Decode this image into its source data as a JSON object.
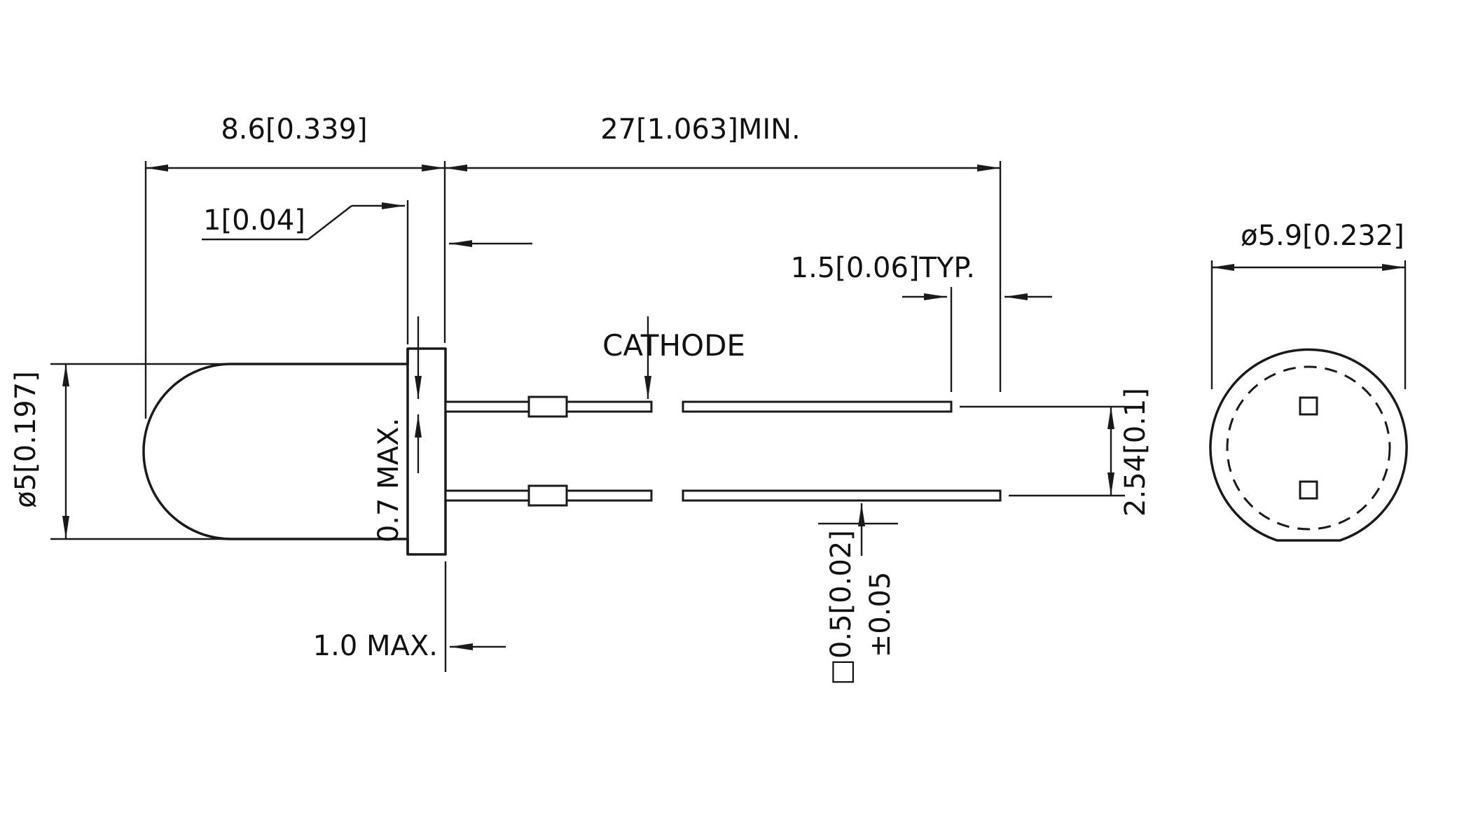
{
  "colors": {
    "background": "#ffffff",
    "ink": "#1a1a1a"
  },
  "side_view": {
    "labels": {
      "body_length": "8.6[0.339]",
      "lead_length_min": "27[1.063]MIN.",
      "flange_thickness": "1[0.04]",
      "lead_tip_offset": "1.5[0.06]TYP.",
      "cathode": "CATHODE",
      "body_diameter": "ø5[0.197]",
      "lead_pitch": "2.54[0.1]",
      "standoff_max": "1.0 MAX.",
      "crimp_thickness_max": "0.7 MAX.",
      "lead_cross_section": "□0.5[0.02]",
      "lead_tolerance": "±0.05"
    }
  },
  "top_view": {
    "labels": {
      "flange_diameter": "ø5.9[0.232]"
    }
  }
}
